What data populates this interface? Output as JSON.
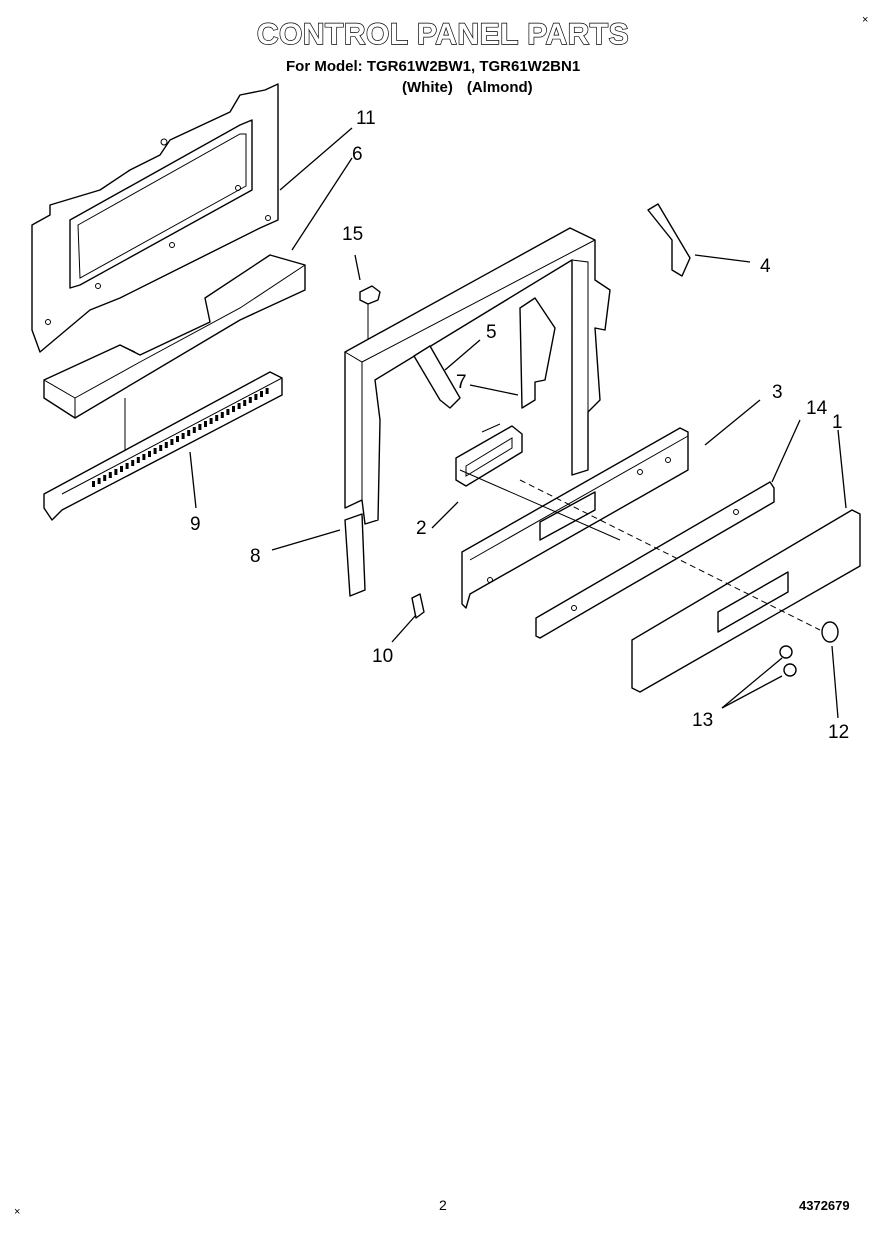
{
  "header": {
    "title": "CONTROL PANEL PARTS",
    "model_line": "For Model: TGR61W2BW1, TGR61W2BN1",
    "color_white": "(White)",
    "color_almond": "(Almond)"
  },
  "callouts": {
    "c1": "1",
    "c2": "2",
    "c3": "3",
    "c4": "4",
    "c5": "5",
    "c6": "6",
    "c7": "7",
    "c8": "8",
    "c9": "9",
    "c10": "10",
    "c11": "11",
    "c12": "12",
    "c13": "13",
    "c14": "14",
    "c15": "15"
  },
  "footer": {
    "page_number": "2",
    "doc_number": "4372679",
    "corner_mark": "×"
  }
}
